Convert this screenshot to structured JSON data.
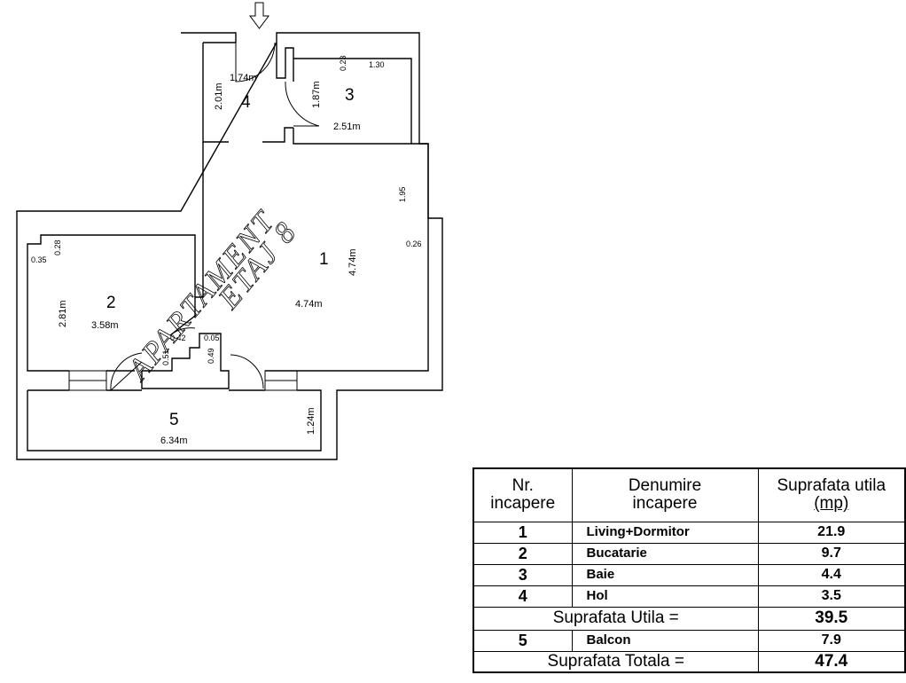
{
  "plan": {
    "watermark_line1": "APARTAMENT",
    "watermark_line2": "ETAJ 8",
    "rooms": [
      {
        "number": "1",
        "dims": [
          "4.74m",
          "4.74m",
          "1.95",
          "0.26"
        ]
      },
      {
        "number": "2",
        "dims": [
          "2.81m",
          "3.58m",
          "0.35",
          "0.28"
        ]
      },
      {
        "number": "3",
        "dims": [
          "1.87m",
          "2.51m",
          "0.23",
          "1.30"
        ]
      },
      {
        "number": "4",
        "dims": [
          "2.01m",
          "1.74m"
        ]
      },
      {
        "number": "5",
        "dims": [
          "6.34m",
          "1.24m"
        ]
      }
    ],
    "small_dims": [
      "0.42",
      "0.05",
      "0.51",
      "0.49"
    ]
  },
  "table": {
    "headers": {
      "nr_line1": "Nr.",
      "nr_line2": "incapere",
      "name_line1": "Denumire",
      "name_line2": "incapere",
      "area_line1": "Suprafata utila",
      "area_line2": "(mp)"
    },
    "rows": [
      {
        "nr": "1",
        "name": "Living+Dormitor",
        "area": "21.9"
      },
      {
        "nr": "2",
        "name": "Bucatarie",
        "area": "9.7"
      },
      {
        "nr": "3",
        "name": "Baie",
        "area": "4.4"
      },
      {
        "nr": "4",
        "name": "Hol",
        "area": "3.5"
      }
    ],
    "useful_label": "Suprafata Utila =",
    "useful_value": "39.5",
    "balcony": {
      "nr": "5",
      "name": "Balcon",
      "area": "7.9"
    },
    "total_label": "Suprafata Totala =",
    "total_value": "47.4"
  }
}
